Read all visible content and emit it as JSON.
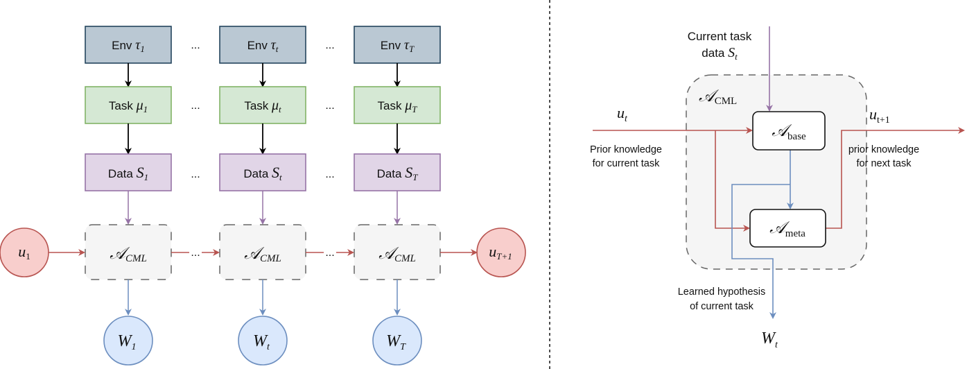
{
  "left_panel": {
    "columns": [
      {
        "env": {
          "text": "Env ",
          "sym": "τ",
          "sub": "1"
        },
        "task": {
          "text": "Task ",
          "sym": "μ",
          "sub": "1"
        },
        "data": {
          "text": "Data ",
          "sym": "S",
          "sub": "1"
        },
        "alg": {
          "sym": "𝒜",
          "sub": "CML"
        },
        "output": {
          "sym": "W",
          "sub": "1"
        }
      },
      {
        "env": {
          "text": "Env ",
          "sym": "τ",
          "sub": "t"
        },
        "task": {
          "text": "Task ",
          "sym": "μ",
          "sub": "t"
        },
        "data": {
          "text": "Data ",
          "sym": "S",
          "sub": "t"
        },
        "alg": {
          "sym": "𝒜",
          "sub": "CML"
        },
        "output": {
          "sym": "W",
          "sub": "t"
        }
      },
      {
        "env": {
          "text": "Env ",
          "sym": "τ",
          "sub": "T"
        },
        "task": {
          "text": "Task ",
          "sym": "μ",
          "sub": "T"
        },
        "data": {
          "text": "Data ",
          "sym": "S",
          "sub": "T"
        },
        "alg": {
          "sym": "𝒜",
          "sub": "CML"
        },
        "output": {
          "sym": "W",
          "sub": "T"
        }
      }
    ],
    "ellipsis": "...",
    "input_node": {
      "sym": "u",
      "sub": "1"
    },
    "output_node": {
      "sym": "u",
      "sub": "T+1"
    }
  },
  "right_panel": {
    "data_label_line1": "Current task",
    "data_label_line2": "data ",
    "data_sym": {
      "sym": "S",
      "sub": "t"
    },
    "container": {
      "sym": "𝒜",
      "sub": "CML"
    },
    "base": {
      "sym": "𝒜",
      "sub": "base"
    },
    "meta": {
      "sym": "𝒜",
      "sub": "meta"
    },
    "input": {
      "sym": "u",
      "sub": "t",
      "line1": "Prior knowledge",
      "line2": "for current task"
    },
    "output": {
      "sym": "u",
      "sub": "t+1",
      "line1": "prior knowledge",
      "line2": "for next task"
    },
    "hypothesis": {
      "line1": "Learned hypothesis",
      "line2": "of current task",
      "sym": "W",
      "sub": "t"
    }
  },
  "colors": {
    "env_fill": "#bac8d3",
    "env_stroke": "#23445d",
    "task_fill": "#d5e8d4",
    "task_stroke": "#82b366",
    "data_fill": "#e1d5e7",
    "data_stroke": "#9673a6",
    "red_fill": "#f8cecc",
    "red_stroke": "#b85450",
    "blue_fill": "#dae8fc",
    "blue_stroke": "#6c8ebf",
    "gray_fill": "#f5f5f5",
    "gray_stroke": "#666666"
  }
}
